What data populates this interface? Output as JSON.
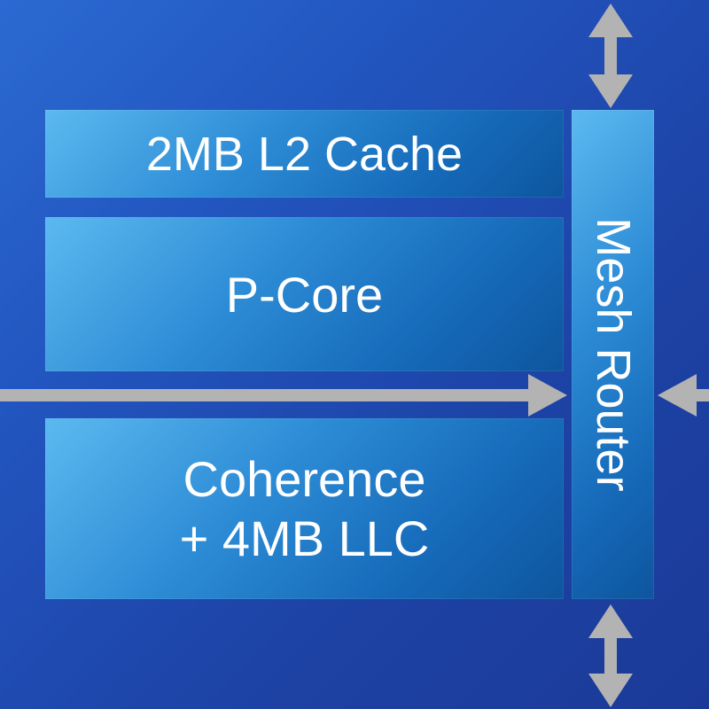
{
  "blocks": {
    "l2_cache": "2MB L2 Cache",
    "p_core": "P-Core",
    "llc_line1": "Coherence",
    "llc_line2": "+ 4MB LLC",
    "mesh_router": "Mesh Router"
  },
  "colors": {
    "background": "#1d43a6",
    "block_light": "#5cb9ef",
    "block_dark": "#0e559e",
    "arrow": "#b3b3b3",
    "text": "#ffffff"
  }
}
